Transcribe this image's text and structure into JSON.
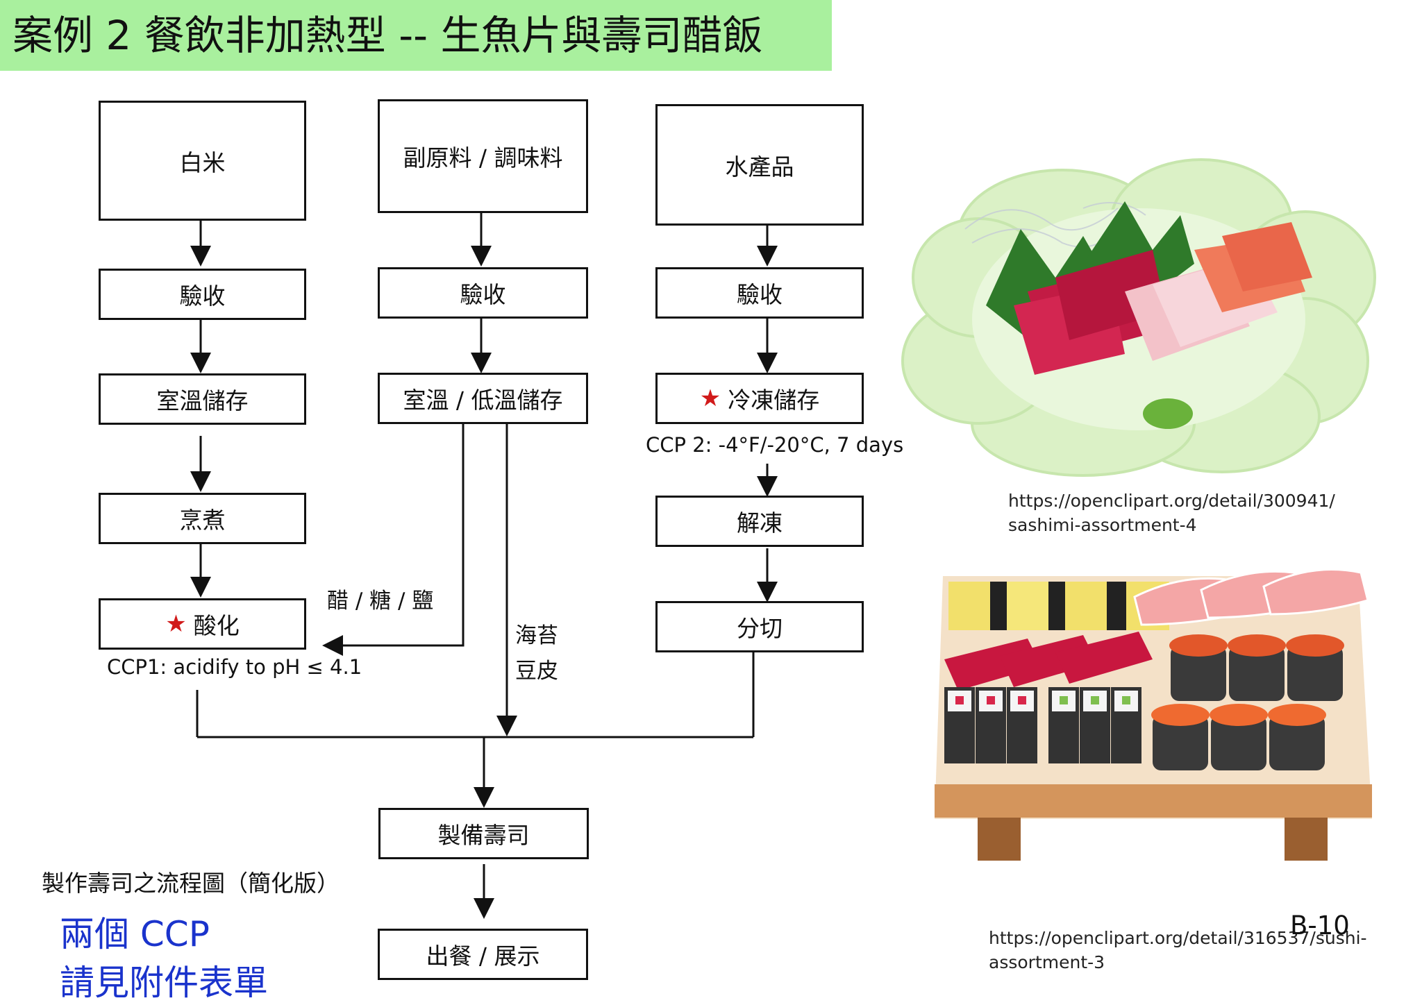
{
  "title": "案例 2   餐飲非加熱型 -- 生魚片與壽司醋飯",
  "boxes": {
    "rice": "白米",
    "aux": "副原料 / 調味料",
    "seafood": "水產品",
    "rice_receive": "驗收",
    "aux_receive": "驗收",
    "seafood_receive": "驗收",
    "rice_storage": "室溫儲存",
    "aux_storage": "室溫 / 低溫儲存",
    "seafood_storage": "冷凍儲存",
    "cook": "烹煮",
    "thaw": "解凍",
    "acidify": "酸化",
    "cut": "分切",
    "make_sushi": "製備壽司",
    "serve": "出餐 / 展示"
  },
  "star_symbol": "★",
  "notes": {
    "ccp2": "CCP 2:  -4°F/-20°C, 7 days",
    "ccp1": "CCP1: acidify to pH ≤ 4.1",
    "vinegar": "醋 / 糖 / 鹽",
    "seaweed": "海苔",
    "tofu_skin": "豆皮"
  },
  "caption": "製作壽司之流程圖（簡化版）",
  "highlight": {
    "line1": "兩個  CCP",
    "line2": "請見附件表單"
  },
  "sources": {
    "sashimi_url": "https://openclipart.org/detail/300941/ sashimi-assortment-4",
    "sushi_url": "https://openclipart.org/detail/316537/sushi- assortment-3"
  },
  "page_number": "B-10",
  "colors": {
    "title_bg": "#a9f09e",
    "star": "#d11a1a",
    "highlight_text": "#1a33cc"
  }
}
